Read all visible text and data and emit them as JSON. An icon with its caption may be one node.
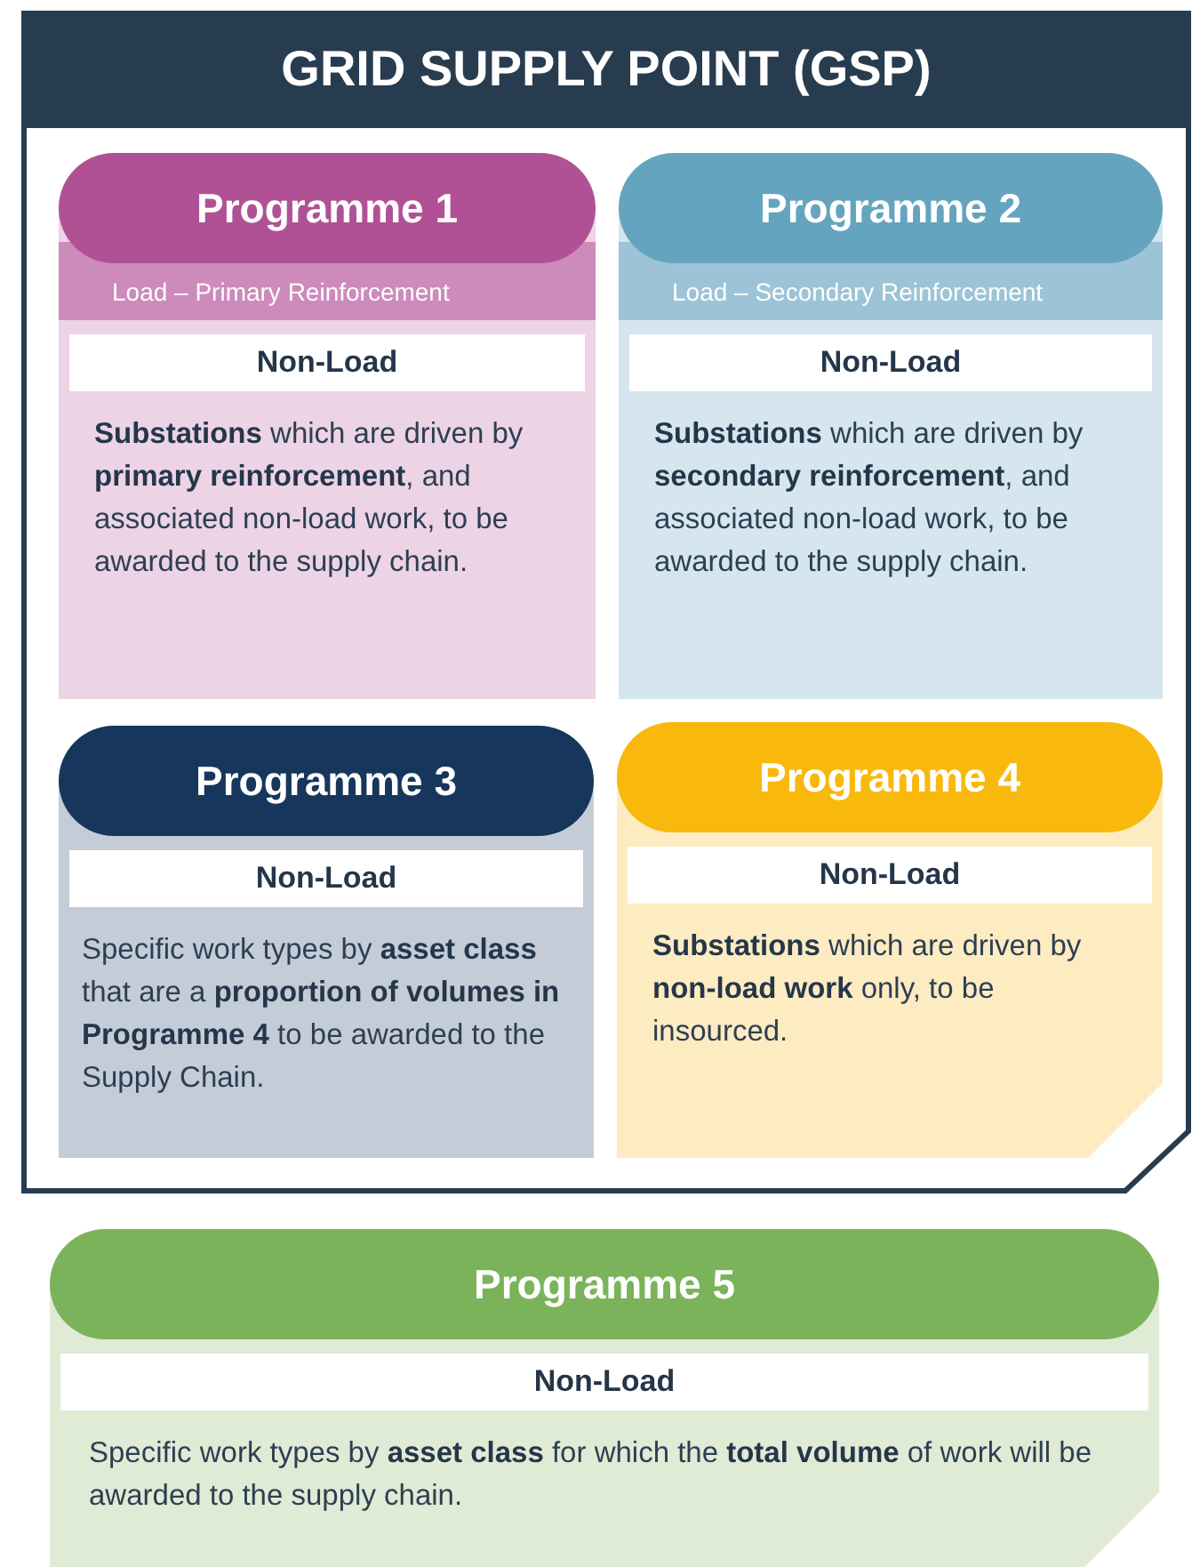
{
  "diagram": {
    "nodes": [
      {
        "text": [
          "GRID SUPPLY POINT (GSP)"
        ]
      },
      {
        "text": [
          "Programme 1",
          "Load – Primary Reinforcement",
          "**Substations** which are driven by **primary reinforcement**, and associated non-load work, to be awarded to the supply chain."
        ],
        "in": 0
      },
      {
        "text": [
          "Non-Load"
        ],
        "in": 1
      },
      {
        "text": [
          "Programme 2",
          "Load – Secondary Reinforcement",
          "**Substations** which are driven by **secondary reinforcement**, and associated non-load work, to be awarded to the supply chain."
        ],
        "in": 0
      },
      {
        "text": [
          "Non-Load"
        ],
        "in": 3
      },
      {
        "text": [
          "Programme 3",
          "Specific work types by **asset class** that are a **proportion of volumes in Programme 4** to be awarded to the Supply Chain."
        ],
        "in": 0
      },
      {
        "text": [
          "Non-Load"
        ],
        "in": 5
      },
      {
        "text": [
          "Programme 4",
          "**Substations** which are driven by **non-load work** only, to be insourced."
        ],
        "in": 0
      },
      {
        "text": [
          "Non-Load"
        ],
        "in": 7
      },
      {
        "text": [
          "Programme 5",
          "Specific work types by **asset class** for which the **total volume** of work will be awarded to the supply chain."
        ]
      },
      {
        "text": [
          "Non-Load"
        ],
        "in": 9
      }
    ]
  }
}
